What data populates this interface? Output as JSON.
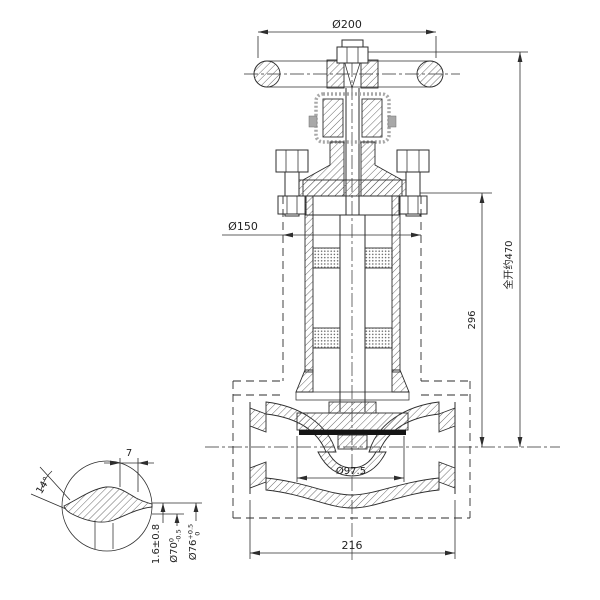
{
  "drawing": {
    "type": "globe-valve-section",
    "dims": {
      "handwheel": "Ø200",
      "bonnet_flange": "Ø150",
      "centerline_to_flange": "296",
      "full_open_height": "全开约470",
      "disc_diameter": "Ø97.5",
      "face_to_face": "216"
    },
    "detail": {
      "land_width": "7",
      "angle": "14°",
      "land_height": "1.6±0.8",
      "bore": "Ø70",
      "bore_tol_upper": "0",
      "bore_tol_lower": "-0.5",
      "spigot": "Ø76",
      "spigot_tol_upper": "+0.5",
      "spigot_tol_lower": "0"
    },
    "colors": {
      "line": "#2e2e2e",
      "background": "#ffffff",
      "hatch": "#5a5a5a",
      "casing_gray": "#a8a8a8",
      "seal_black": "#151515"
    }
  }
}
